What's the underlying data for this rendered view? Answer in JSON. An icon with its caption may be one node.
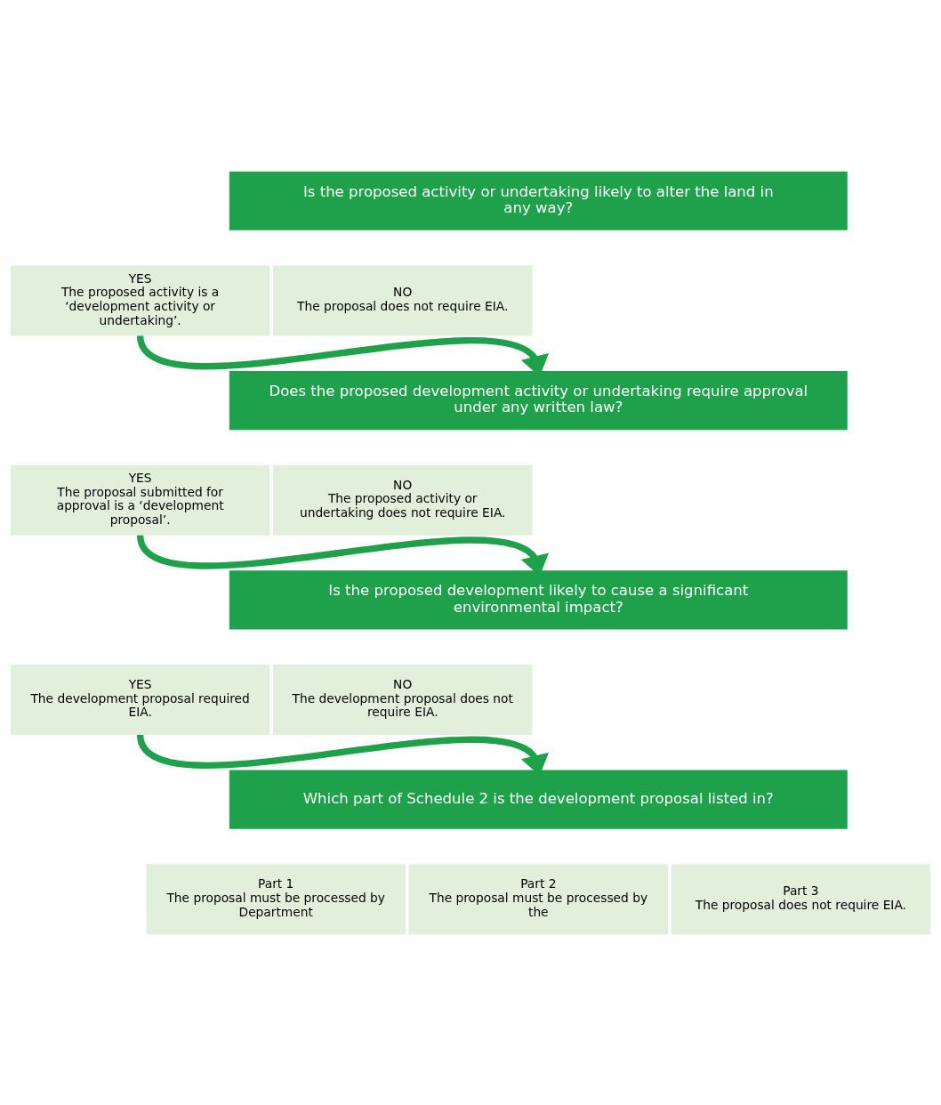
{
  "diagram": {
    "nodes": [
      {
        "text": [
          "Is the proposed activity or undertaking likely to alter the land in any way?"
        ]
      },
      {
        "text": [
          "YES",
          "The proposed activity is a ‘development activity or undertaking’."
        ]
      },
      {
        "text": [
          "NO",
          "The proposal does not require EIA."
        ]
      },
      {
        "text": [
          "Does the proposed development activity or undertaking require approval under any written law?"
        ]
      },
      {
        "text": [
          "YES",
          "The proposal submitted for approval is a ‘development proposal’."
        ]
      },
      {
        "text": [
          "NO",
          "The proposed activity or undertaking does not require EIA."
        ]
      },
      {
        "text": [
          "Is the proposed development likely to cause a significant environmental impact?"
        ]
      },
      {
        "text": [
          "YES",
          "The development proposal required EIA."
        ]
      },
      {
        "text": [
          "NO",
          "The development proposal does not require EIA."
        ]
      },
      {
        "text": [
          "Which part of Schedule 2 is the development proposal listed in?"
        ]
      },
      {
        "text": [
          "Part 1",
          "The proposal must be processed by Department"
        ]
      },
      {
        "text": [
          "Part 2",
          "The proposal must be processed by the"
        ]
      },
      {
        "text": [
          "Part 3",
          "The proposal does not require EIA."
        ]
      }
    ],
    "edges": [
      {
        "from": 1,
        "to": 3,
        "arrow": "to"
      },
      {
        "from": 4,
        "to": 6,
        "arrow": "to"
      },
      {
        "from": 7,
        "to": 9,
        "arrow": "to"
      }
    ]
  }
}
